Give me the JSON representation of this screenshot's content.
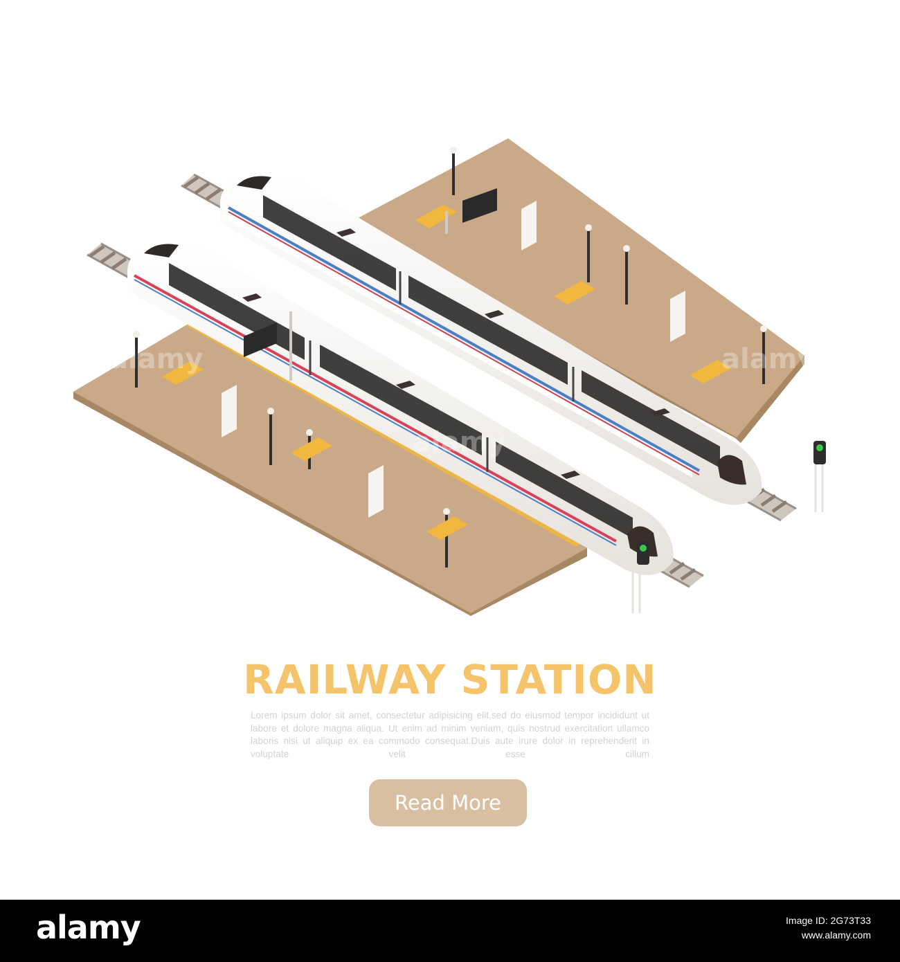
{
  "banner": {
    "title": "RAILWAY STATION",
    "description": "Lorem ipsum dolor sit amet, consectetur adipisicing elit,sed do eiusmod tempor incididunt ut labore et dolore magna aliqua. Ut enim ad minim veniam, quis nostrud exercitation ullamco laboris nisi ut aliquip ex ea commodo consequat.Duis aute irure dolor in reprehenderit in voluptate velit esse cillum",
    "button_label": "Read More"
  },
  "footer": {
    "brand": "alamy",
    "image_id_line": "Image ID: 2G73T33",
    "url": "www.alamy.com"
  },
  "watermark": "alamy",
  "colors": {
    "platform_top": "#c9a987",
    "platform_side": "#a88765",
    "title": "#f5c36a",
    "button": "#d8bfa1",
    "train_body": "#f4f2ee",
    "stripe_red": "#d9405a",
    "stripe_blue": "#4a7fc8",
    "bench": "#f2b73e",
    "signal_light": "#3cc84a"
  },
  "icons": [
    "train-icon",
    "bench-icon",
    "lamp-post-icon",
    "departure-board-icon",
    "billboard-icon",
    "traffic-signal-icon"
  ]
}
